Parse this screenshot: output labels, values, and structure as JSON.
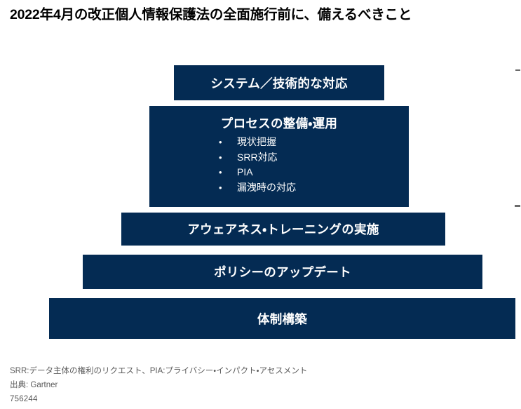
{
  "slide": {
    "title": "2022年4月の改正個人情報保護法の全面施行前に、備えるべきこと",
    "accent_color": "#042B53",
    "background_color": "#FFFFFF",
    "text_color_on_accent": "#FFFFFF",
    "footnote_color": "#5A5A5A"
  },
  "pyramid": {
    "layers": [
      {
        "level": 1,
        "label": "システム／技術的な対応",
        "bullets": []
      },
      {
        "level": 2,
        "label": "プロセスの整備・運用",
        "bullets": [
          "現状把握",
          "SRR対応",
          "PIA",
          "漏洩時の対応"
        ],
        "bullet_mark": "•"
      },
      {
        "level": 3,
        "label": "アウェアネス・トレーニングの実施",
        "bullets": []
      },
      {
        "level": 4,
        "label": "ポリシーのアップデート",
        "bullets": []
      },
      {
        "level": 5,
        "label": "体制構築",
        "bullets": []
      }
    ]
  },
  "footnotes": {
    "abbreviations": "SRR:データ主体の権利のリクエスト、PIA:プライバシー・インパクト・アセスメント",
    "source": "出典: Gartner",
    "document_id": "756244"
  }
}
